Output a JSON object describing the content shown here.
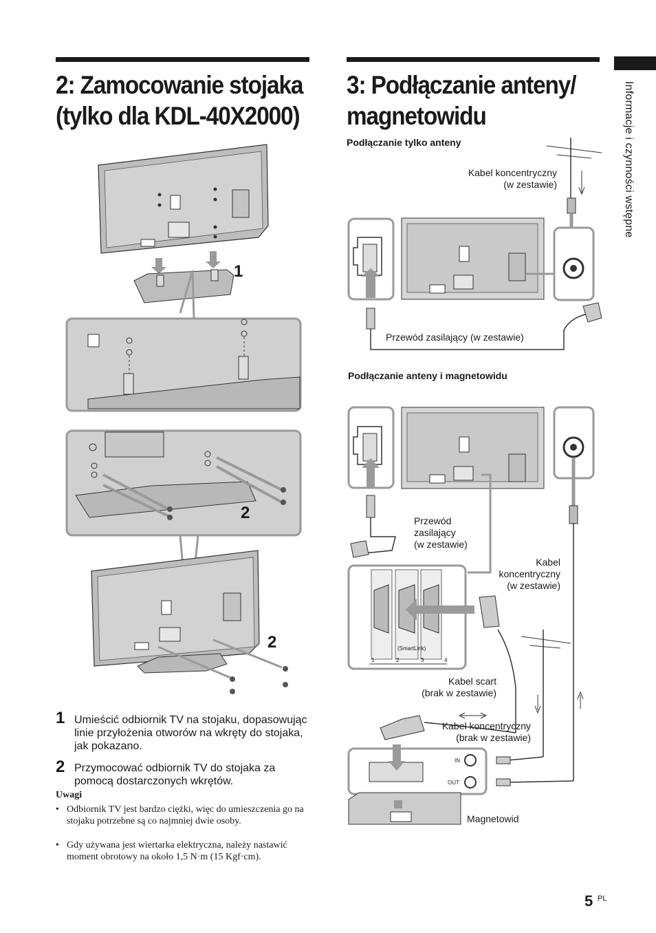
{
  "section2": {
    "title_line1": "2: Zamocowanie stojaka",
    "title_line2": "(tylko dla KDL-40X2000)",
    "callouts": [
      "1",
      "2",
      "2"
    ],
    "steps": [
      {
        "num": "1",
        "text": "Umieścić odbiornik TV na stojaku, dopasowując linie przyłożenia otworów na wkręty do stojaka, jak pokazano."
      },
      {
        "num": "2",
        "text": "Przymocować odbiornik TV do stojaka za pomocą dostarczonych wkrętów."
      }
    ],
    "notes_title": "Uwagi",
    "notes": [
      "Odbiornik TV jest bardzo ciężki, więc do umieszczenia go na stojaku potrzebne są co najmniej dwie osoby.",
      "Gdy używana jest wiertarka elektryczna, należy nastawić moment obrotowy na około 1,5 N·m (15 Kgf·cm)."
    ]
  },
  "section3": {
    "title_line1": "3: Podłączanie anteny/",
    "title_line2": "magnetowidu",
    "antenna_only": {
      "heading": "Podłączanie tylko anteny",
      "coax_line1": "Kabel koncentryczny",
      "coax_line2": "(w zestawie)",
      "power_cord": "Przewód zasilający (w zestawie)"
    },
    "antenna_vcr": {
      "heading": "Podłączanie anteny i magnetowidu",
      "power_line1": "Przewód",
      "power_line2": "zasilający",
      "power_line3": "(w zestawie)",
      "coax_line1": "Kabel",
      "coax_line2": "koncentryczny",
      "coax_line3": "(w zestawie)",
      "scart_line1": "Kabel scart",
      "scart_line2": "(brak w zestawie)",
      "coax2_line1": "Kabel koncentryczny",
      "coax2_line2": "(brak w zestawie)",
      "vcr": "Magnetowid",
      "in": "IN",
      "out": "OUT",
      "smartlink": "(SmartLink)",
      "port_numbers": [
        "1",
        "2",
        "3",
        "4"
      ]
    }
  },
  "side_tab": "Informacje i czynności wstępne",
  "page_number": "5",
  "page_suffix": "PL"
}
